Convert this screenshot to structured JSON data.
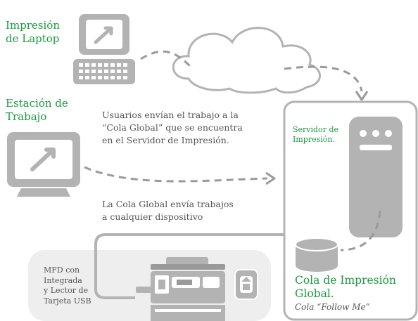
{
  "labels": {
    "laptop": [
      "Impresión",
      "de Laptop"
    ],
    "workstation": [
      "Estación de",
      "Trabajo"
    ],
    "users_send": [
      "Usuarios envían el trabajo a la",
      "“Cola Global” que se encuentra",
      "en el Servidor de Impresión."
    ],
    "queue_sends": [
      "La Cola Global envía trabajos",
      "a cualquier dispositivo"
    ],
    "print_server": [
      "Servidor de",
      "Impresión."
    ],
    "mfd": [
      "MFD con",
      "Integrada",
      "y Lector de",
      "Tarjeta USB"
    ],
    "global_queue": [
      "Cola de Impresión",
      "Global."
    ],
    "follow_me": "Cola “Follow Me”"
  },
  "colors": {
    "accent_green": "#1a9a3f",
    "device_grey": "#b3b3b3",
    "line_grey": "#9a9a9a",
    "panel_grey": "#eeeeee"
  },
  "icons": [
    "laptop-icon",
    "cloud-icon",
    "workstation-icon",
    "print-server-icon",
    "queue-database-icon",
    "mfd-printer-icon",
    "card-reader-icon"
  ]
}
